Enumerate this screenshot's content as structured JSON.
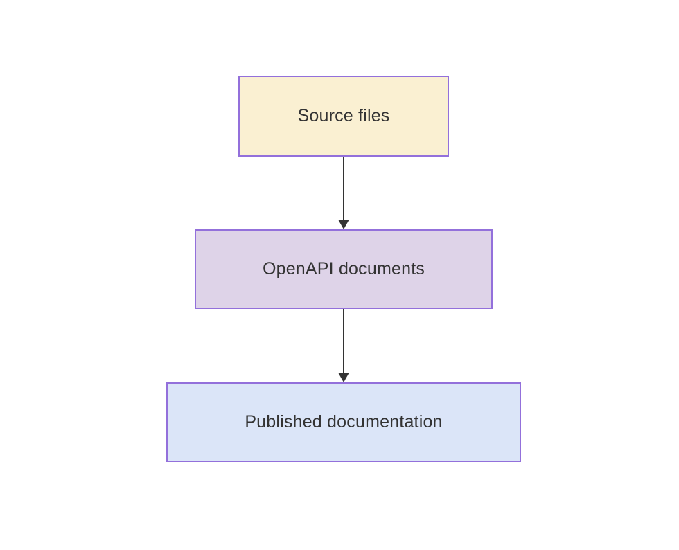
{
  "diagram": {
    "type": "flowchart",
    "direction": "top-down",
    "background": "#ffffff",
    "nodes": [
      {
        "id": "source-files",
        "label": "Source files",
        "fill": "#faf0d2",
        "border": "#9370db"
      },
      {
        "id": "openapi-documents",
        "label": "OpenAPI documents",
        "fill": "#ded3e8",
        "border": "#9370db"
      },
      {
        "id": "published-documentation",
        "label": "Published documentation",
        "fill": "#dbe5f8",
        "border": "#9370db"
      }
    ],
    "edges": [
      {
        "from": "source-files",
        "to": "openapi-documents",
        "style": "arrow-down"
      },
      {
        "from": "openapi-documents",
        "to": "published-documentation",
        "style": "arrow-down"
      }
    ],
    "colors": {
      "arrow": "#333333",
      "text": "#333333"
    }
  }
}
